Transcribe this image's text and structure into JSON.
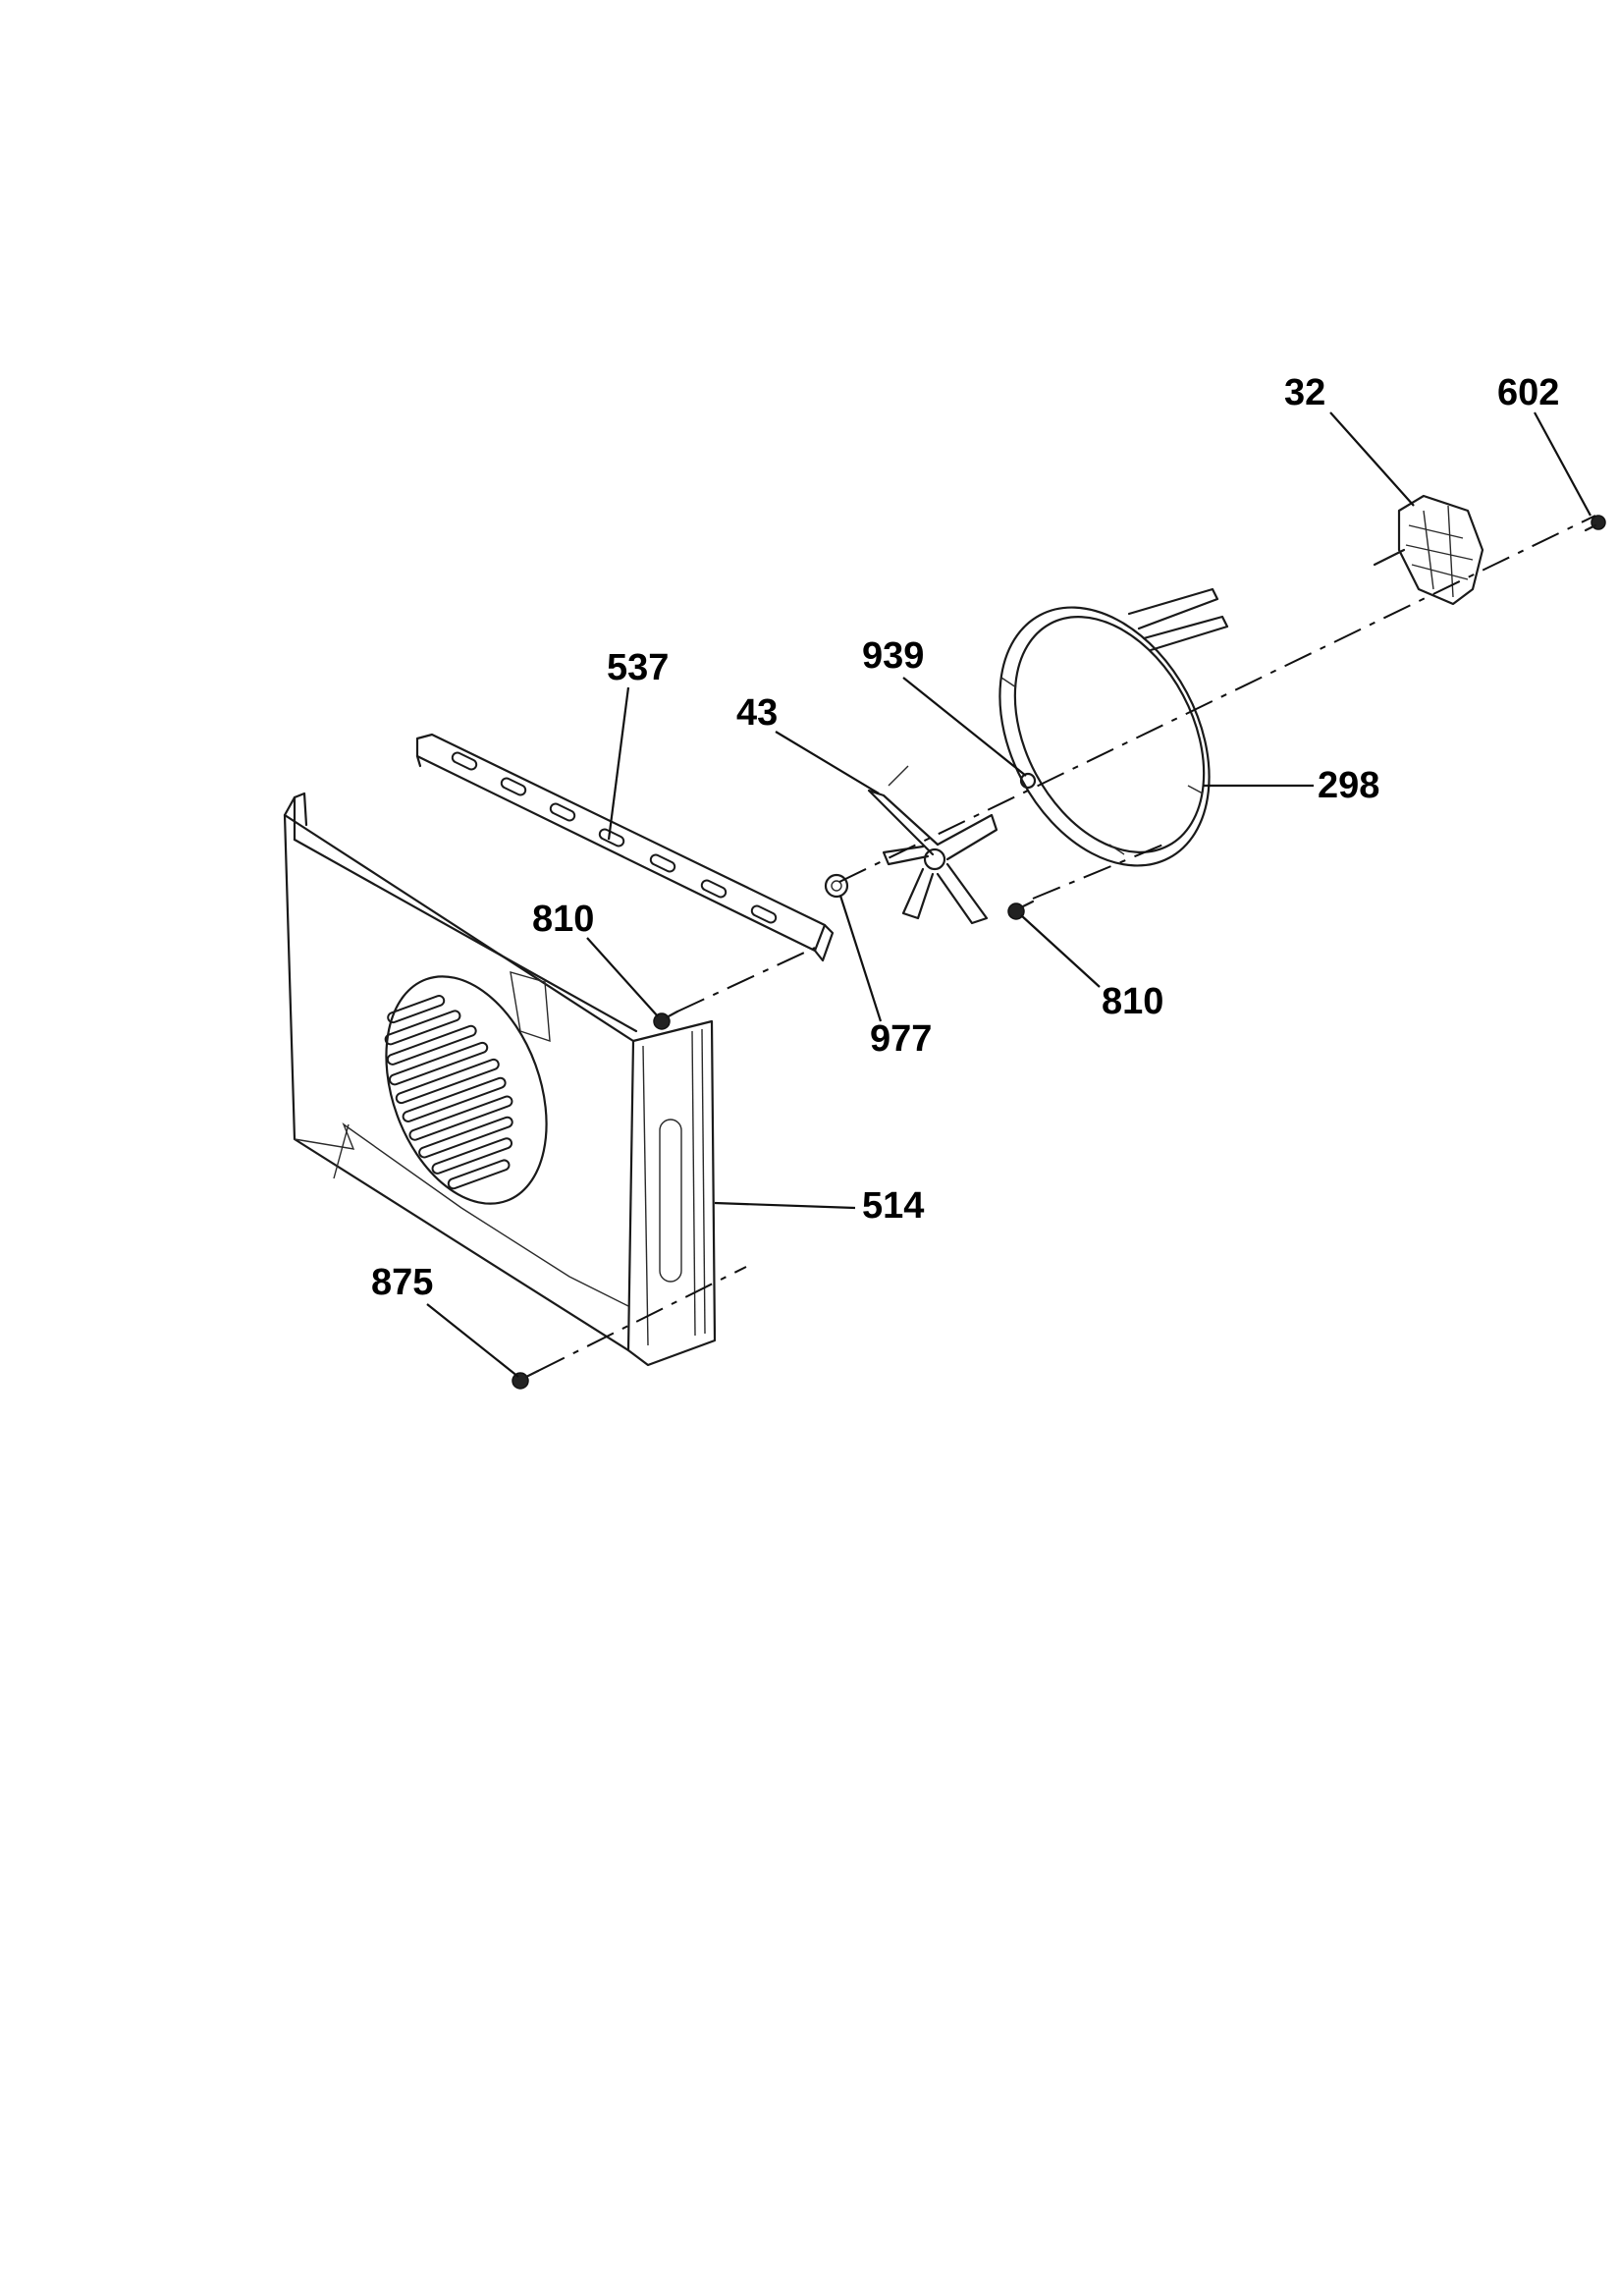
{
  "callouts": {
    "c32": "32",
    "c602": "602",
    "c939": "939",
    "c43": "43",
    "c537": "537",
    "c298": "298",
    "c810a": "810",
    "c810b": "810",
    "c977": "977",
    "c514": "514",
    "c875": "875"
  }
}
